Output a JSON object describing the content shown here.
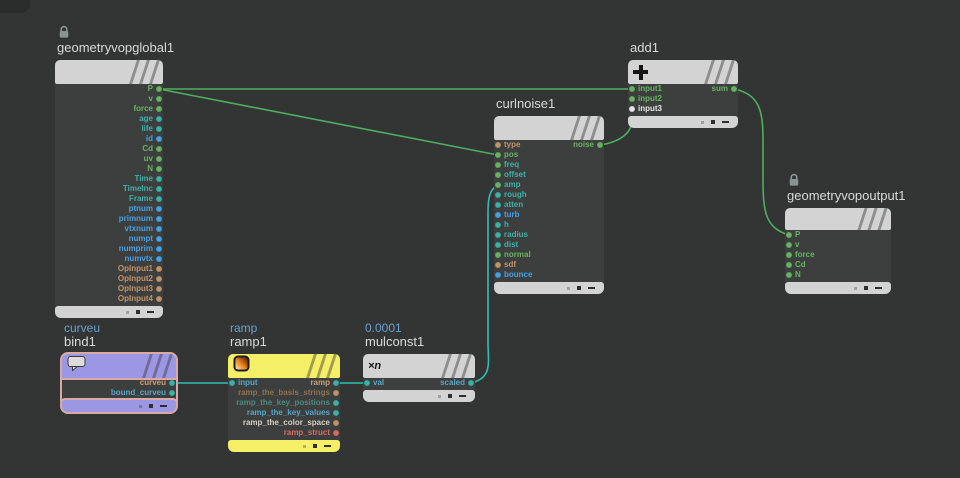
{
  "app": "houdini-vop-network-editor",
  "palette": {
    "canvas": "#333534",
    "body": "#3d3e3e",
    "title": "#d9d9d9",
    "blue_label": "#6b9fd2",
    "selection": "#d9aaa5",
    "lock": "#939b9b",
    "header_gray": "#d3d3d3",
    "header_yellow": "#f4ef67",
    "header_purple": "#9b97e3",
    "green": "#68b463",
    "teal": "#3cb3a8",
    "blue": "#46a1e6",
    "tan": "#c1946a",
    "tan_bright": "#cf9e74",
    "dim_tan": "#8f7350",
    "dim_teal": "#4d8a81",
    "cyan": "#56a7c9",
    "warm_white": "#d6cec2",
    "red": "#d96c62",
    "white": "#e6e6e6",
    "wire_green": "#4fae5f",
    "wire_teal": "#2fbfb4"
  },
  "nodes": [
    {
      "id": "geometryvopglobal1",
      "title": "geometryvopglobal1",
      "context": null,
      "locked": true,
      "selected": false,
      "header_color": "header_gray",
      "icon": null,
      "inputs": [],
      "outputs": [
        {
          "label": "P",
          "text": "green",
          "dot": "green"
        },
        {
          "label": "v",
          "text": "green",
          "dot": "green"
        },
        {
          "label": "force",
          "text": "green",
          "dot": "green"
        },
        {
          "label": "age",
          "text": "teal",
          "dot": "teal"
        },
        {
          "label": "life",
          "text": "teal",
          "dot": "teal"
        },
        {
          "label": "id",
          "text": "blue",
          "dot": "blue"
        },
        {
          "label": "Cd",
          "text": "green",
          "dot": "green"
        },
        {
          "label": "uv",
          "text": "green",
          "dot": "green"
        },
        {
          "label": "N",
          "text": "green",
          "dot": "green"
        },
        {
          "label": "Time",
          "text": "teal",
          "dot": "teal"
        },
        {
          "label": "TimeInc",
          "text": "teal",
          "dot": "teal"
        },
        {
          "label": "Frame",
          "text": "teal",
          "dot": "teal"
        },
        {
          "label": "ptnum",
          "text": "blue",
          "dot": "blue"
        },
        {
          "label": "primnum",
          "text": "blue",
          "dot": "blue"
        },
        {
          "label": "vtxnum",
          "text": "blue",
          "dot": "blue"
        },
        {
          "label": "numpt",
          "text": "blue",
          "dot": "blue"
        },
        {
          "label": "numprim",
          "text": "blue",
          "dot": "blue"
        },
        {
          "label": "numvtx",
          "text": "blue",
          "dot": "blue"
        },
        {
          "label": "OpInput1",
          "text": "tan",
          "dot": "tan"
        },
        {
          "label": "OpInput2",
          "text": "tan",
          "dot": "tan"
        },
        {
          "label": "OpInput3",
          "text": "tan",
          "dot": "tan"
        },
        {
          "label": "OpInput4",
          "text": "tan",
          "dot": "tan"
        }
      ]
    },
    {
      "id": "add1",
      "title": "add1",
      "context": null,
      "locked": false,
      "selected": false,
      "header_color": "header_gray",
      "icon": "plus",
      "inputs": [
        {
          "label": "input1",
          "text": "green",
          "dot": "green"
        },
        {
          "label": "input2",
          "text": "green",
          "dot": "green"
        },
        {
          "label": "input3",
          "text": "white",
          "dot": "white"
        }
      ],
      "outputs": [
        {
          "label": "sum",
          "text": "green",
          "dot": "green"
        }
      ]
    },
    {
      "id": "curlnoise1",
      "title": "curlnoise1",
      "context": null,
      "locked": false,
      "selected": false,
      "header_color": "header_gray",
      "icon": null,
      "inputs": [
        {
          "label": "type",
          "text": "tan",
          "dot": "tan"
        },
        {
          "label": "pos",
          "text": "green",
          "dot": "green"
        },
        {
          "label": "freq",
          "text": "teal",
          "dot": "green"
        },
        {
          "label": "offset",
          "text": "teal",
          "dot": "green"
        },
        {
          "label": "amp",
          "text": "teal",
          "dot": "green"
        },
        {
          "label": "rough",
          "text": "teal",
          "dot": "teal"
        },
        {
          "label": "atten",
          "text": "teal",
          "dot": "teal"
        },
        {
          "label": "turb",
          "text": "blue",
          "dot": "blue"
        },
        {
          "label": "h",
          "text": "teal",
          "dot": "teal"
        },
        {
          "label": "radius",
          "text": "teal",
          "dot": "teal"
        },
        {
          "label": "dist",
          "text": "teal",
          "dot": "teal"
        },
        {
          "label": "normal",
          "text": "green",
          "dot": "green"
        },
        {
          "label": "sdf",
          "text": "tan",
          "dot": "tan"
        },
        {
          "label": "bounce",
          "text": "blue",
          "dot": "blue"
        }
      ],
      "outputs": [
        {
          "label": "noise",
          "text": "green",
          "dot": "green"
        }
      ]
    },
    {
      "id": "geometryvopoutput1",
      "title": "geometryvopoutput1",
      "context": null,
      "locked": true,
      "selected": false,
      "header_color": "header_gray",
      "icon": null,
      "inputs": [
        {
          "label": "P",
          "text": "green",
          "dot": "green"
        },
        {
          "label": "v",
          "text": "green",
          "dot": "green"
        },
        {
          "label": "force",
          "text": "green",
          "dot": "green"
        },
        {
          "label": "Cd",
          "text": "green",
          "dot": "green"
        },
        {
          "label": "N",
          "text": "green",
          "dot": "green"
        }
      ],
      "outputs": []
    },
    {
      "id": "bind1",
      "title": "bind1",
      "context": "curveu",
      "locked": false,
      "selected": true,
      "header_color": "header_purple",
      "icon": "bubble",
      "inputs": [],
      "outputs": [
        {
          "label": "curveu",
          "text": "tan_bright",
          "dot": "teal"
        },
        {
          "label": "bound_curveu",
          "text": "cyan",
          "dot": "teal"
        }
      ]
    },
    {
      "id": "ramp1",
      "title": "ramp1",
      "context": "ramp",
      "locked": false,
      "selected": false,
      "header_color": "header_yellow",
      "icon": "ramp",
      "inputs": [
        {
          "label": "input",
          "text": "cyan",
          "dot": "teal"
        }
      ],
      "outputs": [
        {
          "label": "ramp",
          "text": "tan_bright",
          "dot": "teal"
        },
        {
          "label": "ramp_the_basis_strings",
          "text": "dim_tan",
          "dot": "tan"
        },
        {
          "label": "ramp_the_key_positions",
          "text": "dim_teal",
          "dot": "teal"
        },
        {
          "label": "ramp_the_key_values",
          "text": "cyan",
          "dot": "teal"
        },
        {
          "label": "ramp_the_color_space",
          "text": "warm_white",
          "dot": "tan"
        },
        {
          "label": "ramp_struct",
          "text": "red",
          "dot": "red"
        }
      ]
    },
    {
      "id": "mulconst1",
      "title": "mulconst1",
      "context": "0.0001",
      "locked": false,
      "selected": false,
      "header_color": "header_gray",
      "icon": "mulconst",
      "icon_text": "×n",
      "inputs": [
        {
          "label": "val",
          "text": "cyan",
          "dot": "teal"
        }
      ],
      "outputs": [
        {
          "label": "scaled",
          "text": "cyan",
          "dot": "teal"
        }
      ]
    }
  ],
  "wires": [
    {
      "from": "geometryvopglobal1.P",
      "to": "add1.input1",
      "color": "wire_green"
    },
    {
      "from": "geometryvopglobal1.P",
      "to": "curlnoise1.pos",
      "color": "wire_green"
    },
    {
      "from": "curlnoise1.noise",
      "to": "add1.input2",
      "color": "wire_green"
    },
    {
      "from": "add1.sum",
      "to": "geometryvopoutput1.P",
      "color": "wire_green"
    },
    {
      "from": "bind1.curveu",
      "to": "ramp1.input",
      "color": "wire_teal"
    },
    {
      "from": "ramp1.ramp",
      "to": "mulconst1.val",
      "color": "wire_teal"
    },
    {
      "from": "mulconst1.scaled",
      "to": "curlnoise1.amp",
      "color": "wire_teal"
    }
  ]
}
